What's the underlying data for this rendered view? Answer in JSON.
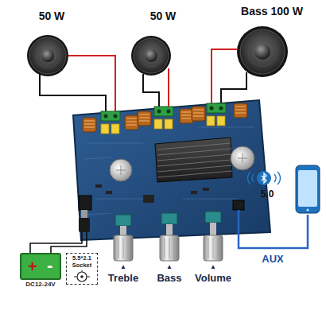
{
  "diagram": {
    "nodes": [
      {
        "text": [
          "+",
          "-",
          "DC12-24V"
        ]
      },
      {
        "text": [
          "5.5*2.1 Socket"
        ]
      }
    ],
    "labels": [
      "50 W",
      "50 W",
      "Bass 100 W",
      "5.0",
      "▲",
      "▲",
      "▲",
      "Treble",
      "Bass",
      "Volume",
      "AUX"
    ]
  }
}
